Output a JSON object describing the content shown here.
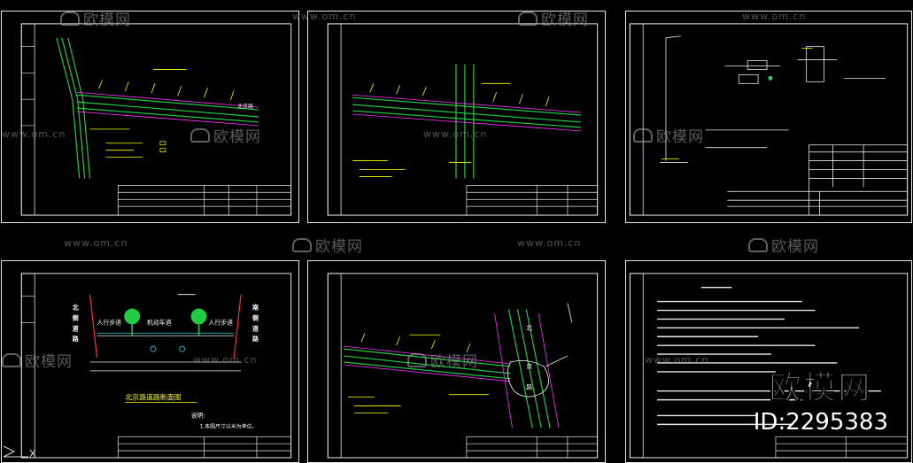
{
  "watermarks": {
    "brand_text": "欧模网",
    "url_text": "www.om.cn"
  },
  "stamp": {
    "brand": "欧模网",
    "id": "ID:2295383"
  },
  "sheets": {
    "s1": {
      "label": "北京路"
    },
    "s4": {
      "left_col": "北\n侧\n道\n路",
      "right_col": "南\n侧\n道\n路",
      "sidewalk_left": "人行步道",
      "sidewalk_right": "人行步道",
      "motor_lane": "机动车道",
      "title": "北京路道路断面图",
      "note_title": "说明:",
      "note_line": "1.本图尺寸以米为单位。"
    },
    "s5": {
      "vertical_label": "北\n京\n路"
    }
  },
  "colors": {
    "frame": "#e8e8e8",
    "road_green": "#22cc44",
    "annot_yellow": "#ffff00",
    "magenta": "#ff33ff",
    "cyan": "#22dddd",
    "white": "#ffffff"
  }
}
